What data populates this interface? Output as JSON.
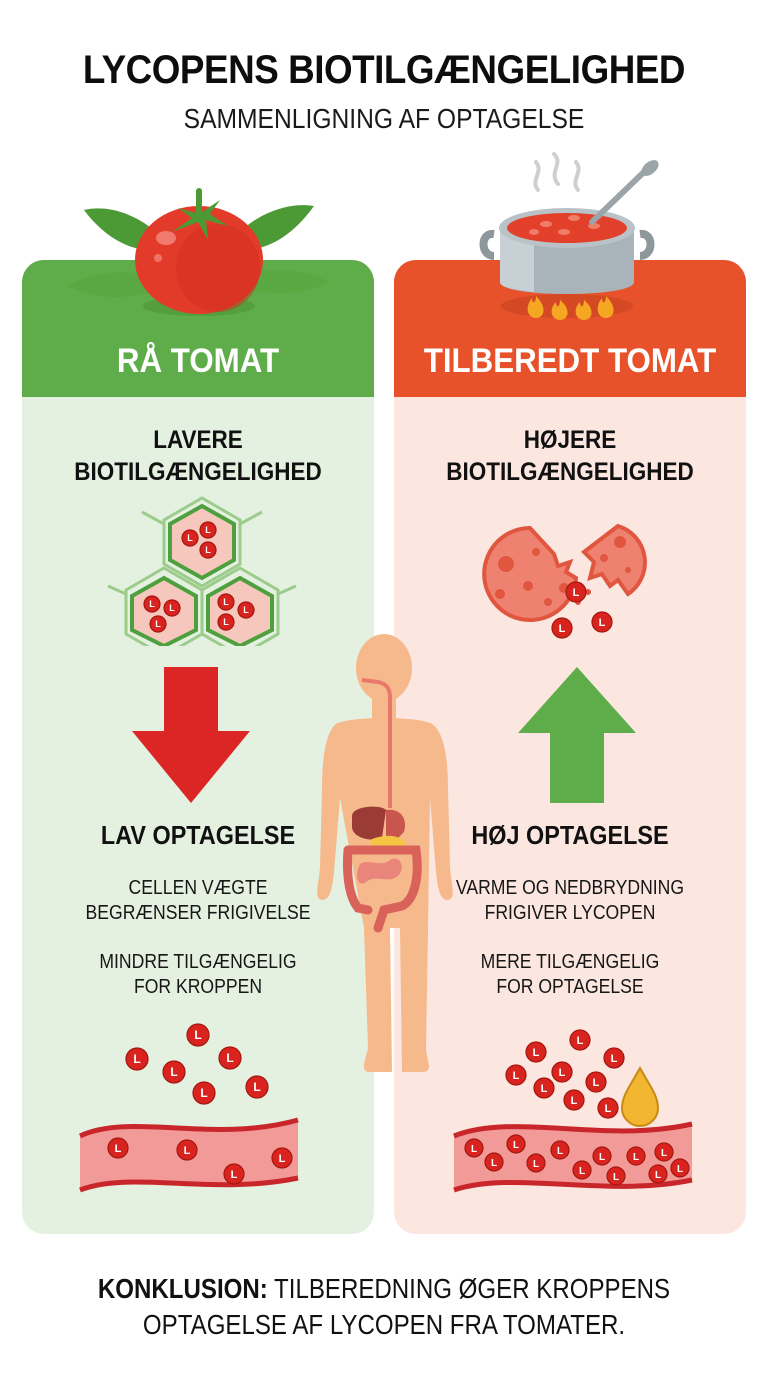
{
  "header": {
    "title": "LYCOPENS BIOTILGÆNGELIGHED",
    "subtitle": "SAMMENLIGNING AF OPTAGELSE"
  },
  "colors": {
    "green_header": "#5fad4a",
    "green_panel_bg": "#e4f1e0",
    "orange_header": "#e8522a",
    "orange_panel_bg": "#fbe6e0",
    "lycopene_red": "#d9231e",
    "down_arrow": "#dc2626",
    "up_arrow": "#5fad4a",
    "body_skin": "#f6b98c",
    "oil_drop": "#f2b630"
  },
  "left_panel": {
    "icon": "tomato-icon",
    "label": "RÅ TOMAT",
    "bioavailability_line1": "LAVERE",
    "bioavailability_line2": "BIOTILGÆNGELIGHED",
    "illustration": "intact-cell-walls-icon",
    "arrow": "arrow-down-icon",
    "absorption_title": "LAV OPTAGELSE",
    "point1_line1": "CELLEN VÆGTE",
    "point1_line2": "BEGRÆNSER FRIGIVELSE",
    "point2_line1": "MINDRE TILGÆNGELIG",
    "point2_line2": "FOR KROPPEN",
    "molecule_label": "L",
    "free_molecules": 7,
    "vessel_molecules": 4
  },
  "right_panel": {
    "icon": "cooking-pot-icon",
    "label": "TILBEREDT TOMAT",
    "bioavailability_line1": "HØJERE",
    "bioavailability_line2": "BIOTILGÆNGELIGHED",
    "illustration": "broken-cell-icon",
    "arrow": "arrow-up-icon",
    "absorption_title": "HØJ OPTAGELSE",
    "point1_line1": "VARME OG NEDBRYDNING",
    "point1_line2": "FRIGIVER LYCOPEN",
    "point2_line1": "MERE TILGÆNGELIG",
    "point2_line2": "FOR OPTAGELSE",
    "molecule_label": "L",
    "free_molecules": 10,
    "vessel_molecules": 14,
    "extra_icon": "oil-drop-icon"
  },
  "center": {
    "icon": "human-digestive-system-icon"
  },
  "conclusion": {
    "label": "KONKLUSION:",
    "text_line1": "TILBEREDNING ØGER KROPPENS",
    "text_line2": "OPTAGELSE AF LYCOPEN FRA TOMATER."
  }
}
